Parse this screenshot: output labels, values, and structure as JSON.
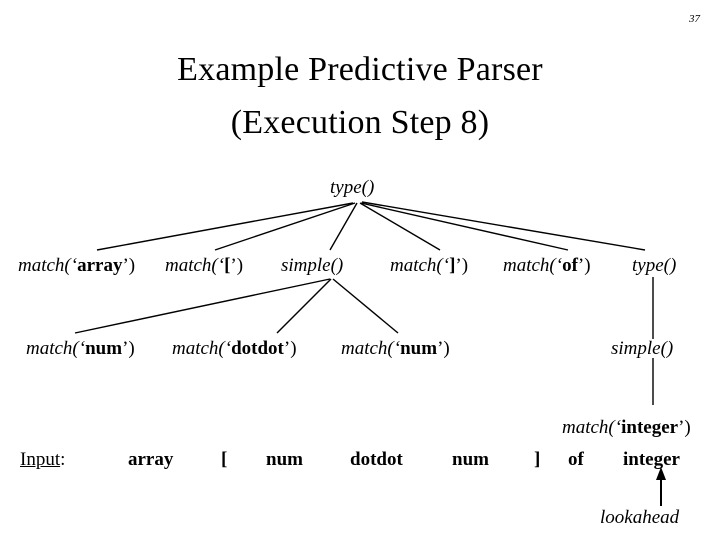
{
  "slide": {
    "page_number": "37",
    "title_line_1": "Example Predictive Parser",
    "title_line_2": "(Execution Step 8)"
  },
  "tree": {
    "root": {
      "label": "type()"
    },
    "level1": [
      {
        "label_pre": "match(‘",
        "label_lit": "array",
        "label_post": "’)"
      },
      {
        "label_pre": "match(‘",
        "label_lit": "[",
        "label_post": "’)"
      },
      {
        "label_pre": "simple()",
        "label_lit": "",
        "label_post": ""
      },
      {
        "label_pre": "match(‘",
        "label_lit": "]",
        "label_post": "’)"
      },
      {
        "label_pre": "match(‘",
        "label_lit": "of",
        "label_post": "’)"
      },
      {
        "label_pre": "type()",
        "label_lit": "",
        "label_post": ""
      }
    ],
    "level2": [
      {
        "label_pre": "match(‘",
        "label_lit": "num",
        "label_post": "’)"
      },
      {
        "label_pre": "match(‘",
        "label_lit": "dotdot",
        "label_post": "’)"
      },
      {
        "label_pre": "match(‘",
        "label_lit": "num",
        "label_post": "’)"
      },
      {
        "label_pre": "simple()",
        "label_lit": "",
        "label_post": ""
      }
    ],
    "level3": [
      {
        "label_pre": "match(‘",
        "label_lit": "integer",
        "label_post": "’)"
      }
    ]
  },
  "input": {
    "label_text": "Input",
    "label_colon": ":",
    "tokens": [
      "array",
      "[",
      "num",
      "dotdot",
      "num",
      "]",
      "of",
      "integer"
    ]
  },
  "annotation": {
    "lookahead_label": "lookahead"
  },
  "colors": {
    "ink": "#000000",
    "background": "#ffffff"
  }
}
